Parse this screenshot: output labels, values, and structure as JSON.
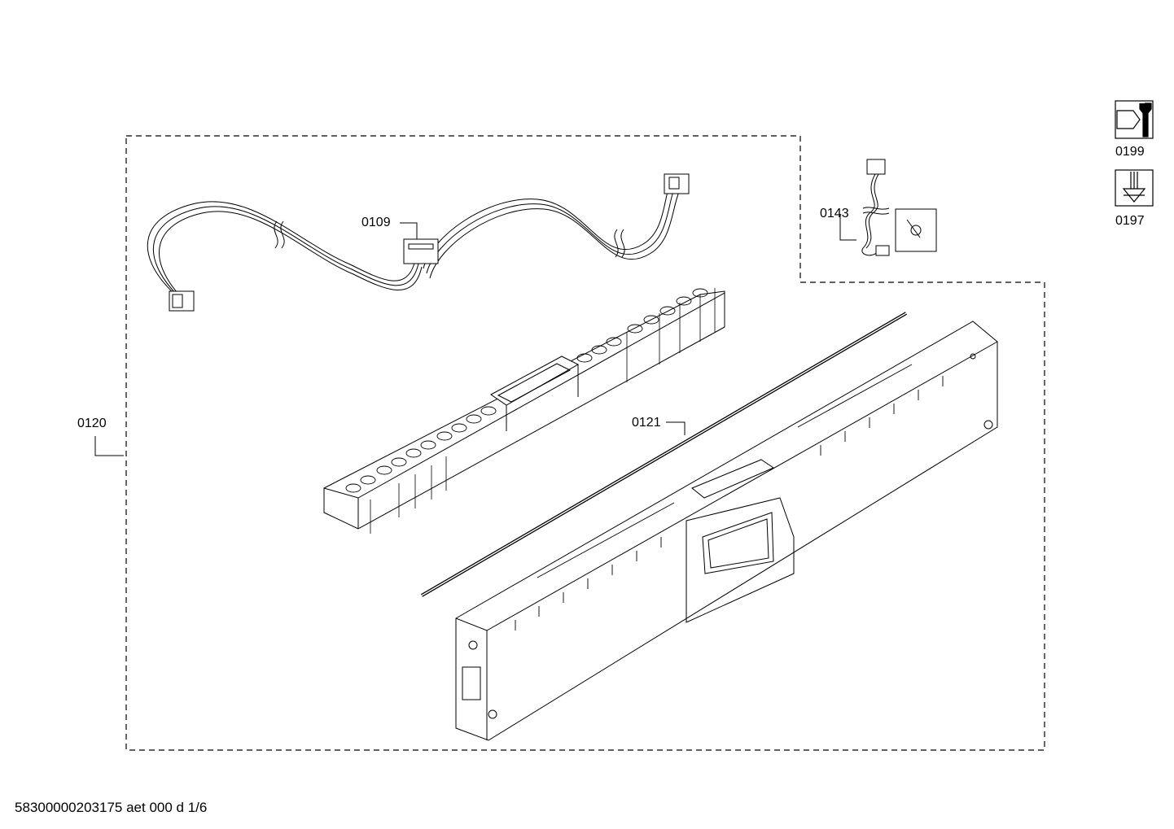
{
  "callouts": {
    "harness": "0109",
    "module_group": "0120",
    "fascia": "0121",
    "cable": "0143"
  },
  "legend": {
    "tool_label": "0199",
    "screw_label": "0197",
    "tool_icon": "wrench-icon",
    "screw_icon": "screw-icon"
  },
  "footer": {
    "doc_id": "58300000203175 aet 000 d 1/6"
  }
}
